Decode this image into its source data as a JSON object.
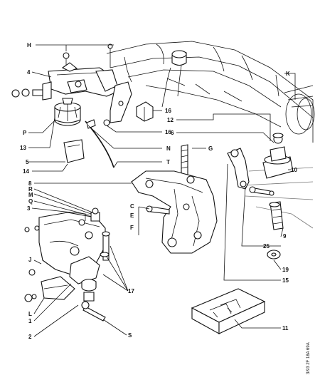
{
  "labels": {
    "H": "H",
    "4": "4",
    "P": "P",
    "13": "13",
    "5": "5",
    "14": "14",
    "N": "N",
    "T": "T",
    "16a": "16",
    "16b": "16",
    "12": "12",
    "6": "6",
    "K": "K",
    "G": "G",
    "10": "10",
    "8": "8",
    "R": "R",
    "M": "M",
    "Q": "Q",
    "3": "3",
    "C": "C",
    "E": "E",
    "F": "F",
    "J": "J",
    "L": "L",
    "1": "1",
    "2": "2",
    "17": "17",
    "S": "S",
    "25": "25",
    "9": "9",
    "19": "19",
    "15": "15",
    "11": "11"
  },
  "reference": "3/93 2F 18A 69A"
}
